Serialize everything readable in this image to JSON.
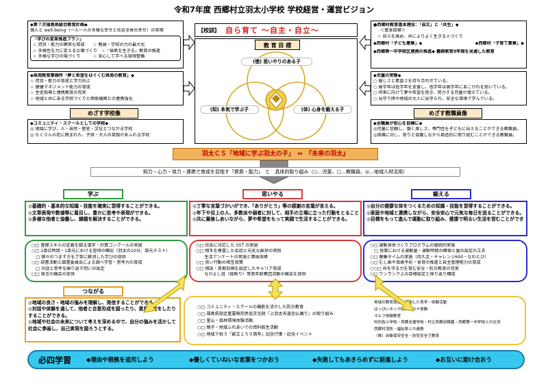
{
  "title": "令和7年度 西郷村立羽太小学校 学校経営・運営ビジョン",
  "left_top": {
    "header": "◆第７次福島県総合教育計画◆",
    "subline": "個人と well-being（一人一人の多様な幸せと社会全体の幸せ）の実現",
    "plan_title": "「学びの変革推進プラン」",
    "items": [
      "☆ 資質・能力の確実な育成　　☆ 教員・学校の力の最大化",
      "☆ 多様性を力に変える土壌づくり　☆「福島を生きる」教育の推進",
      "☆ 多様な学びの場づくり　　　☆ 安心して学べる環境整備"
    ]
  },
  "left_mid": {
    "header": "◆県南教育事務所「夢と希望をはぐくむ県南の教育」◆",
    "items": [
      "☆ 資質・能力の育成と学力向上",
      "☆ 健康マネジメント能力の育成",
      "☆ 生徒指導と連携教育の充実",
      "☆ 地域と共にある学校づくりと関係機関との連携強化"
    ]
  },
  "aim_school": {
    "label": "めざす学校像",
    "header": "◆コミュニティ・スクールとしての学校◆",
    "items": [
      "◎ 地域に学び、人・自然・歴史・文化とつながる学校",
      "◎ たくさんの花に囲まれた、子供・大人の笑顔があふれる学校"
    ]
  },
  "center": {
    "motto_tag": "【校訓】",
    "motto": "自ら育て 〜自主・自立〜",
    "goal_label": "教 育 目 標",
    "circles": {
      "top": "(徳) 思いやりのある子",
      "left": "(知) 本気で学ぶ子",
      "right": "(体) 心身を鍛える子"
    }
  },
  "right_top": {
    "header": "●西郷村教育基本理念：「自立」と「共生」◆",
    "sub": "＜基本目標＞",
    "line": "☆ 自らを高め、共によりよく生きる人づくり",
    "rows": [
      "◆西郷村「子ども憲章」◆",
      "◆西郷村「子育て憲章」◆"
    ],
    "row2": "◆西郷第一中学校区連携の推進◆ 義務教育9年間を見通した教育"
  },
  "right_mid": {
    "header": "◆児童の実態◆",
    "items": [
      "○ 優しさと素直さを持ち合わせている。",
      "○ 高学年は低学年を支援し、低学年は高学年にあこがれを抱いている。",
      "○ 将来に向けて夢や希望を抱き、努力する児童が増えている。",
      "○ 見守り隊や地域の大人に見守られ、安全な環境で学んでいる。"
    ]
  },
  "aim_staff": {
    "label": "めざす教職員像",
    "header": "◆全職員が安心を目標に◆",
    "items": [
      "◎児童に信頼し、働く楽しさ、専門性を子どもに伝えることができる教職員。",
      "◎保護に対し、育りと協働しながら創造的に取り組むことができる教職員。"
    ]
  },
  "banner": "羽太ＣＳ「地域に学ぶ羽太の子」　⇔　『未来の羽太』",
  "qualities": "知力・心力・体力・連携で育成を目指す『資質・能力』　と　具体的取り組み（○…児童、□…教職員、◎…地域人材活用）",
  "cols": [
    {
      "label": "学ぶ",
      "color": "#2e9a3e",
      "goals": [
        "◎基礎的・基本的な知識・技能を確実に習得することができる。",
        "◎文章表現や数値等に着目し、豊かに思考や表現ができる。",
        "◎多様な他者と協働し、課題を解決することができる。"
      ],
      "acts": [
        "○□ 基礎スキルの定着を図る漢字・計算コンクールの実施",
        "○□ 1単位時間・1単元における習得の確認（羽太の10分、単元テスト）",
        "　□ 個々のつまずきを丁寧に解消した学びの提供",
        "○□ 読書活動と図書委員会による調べ学習・思考力の育成",
        "　□ 対話と思考を繰り返す問いの設定",
        "□□ 発言の機会の提供"
      ]
    },
    {
      "label": "思いやる",
      "color": "#d63a3a",
      "goals": [
        "◎丁寧な言葉づかいができ、「ありがとう」等の感謝の言葉が言える。",
        "◎年下や目上の人、多数派や弱者に対して、相手の立場に立った行動をとることができる。",
        "◎共に最後しあいながら、夢や希望をもって笑顔で生活することができる。"
      ],
      "acts": [
        "○□ 社会に対応した SST の実施",
        "○□ 相手を尊重した会話と元気な挨拶の実践",
        "　　生活アンケートの実施と事後指導",
        "○□ 良い行動の相互賞賛",
        "○□ 相談・異期日標を設定したキャリア育成",
        "　　なかよし班（縦割り）等異年齢集団活動の機会を提供"
      ]
    },
    {
      "label": "鍛える",
      "color": "#2a2ad0",
      "goals": [
        "◎自分の健康な体をつくるための知識・技能を習得することができる。",
        "◎家庭や地域と連携しながら、安全安心で元気な毎日を送ることができる。",
        "◎目標をもって進んで運動に取り組み、健康で明るい生活を営むことができる。"
      ],
      "acts": [
        "○□ 運動身体づくりプログラムの継続的実施",
        "　□ 授業における運動量・運動時間の確保と量の設定の工夫",
        "○□ 健康タイムの実施（持久走・チャレンジ600・なわとび）",
        "○□ むし歯や虫歯予防・食育の推進と自主管理能力の育成",
        "○○□ 命を守る力を育む安全・防災教育の充実",
        "○□ ワンランク上の目標設定と振り返り構成"
      ]
    }
  ],
  "connect": {
    "label": "つながる",
    "goals": [
      "◎地域の良さ・地域の強みを理解し、発信することができる。",
      "◎対話や体験を通して、他者と合意形成を図ったり、意思決定をしたりすることができる。",
      "◎地域や社会の未来について考えを深める中で、自分の強みを活かして社会に参画し、自己実現を図ろうとする。"
    ],
    "acts": [
      "○□ コミュニティ・スクールの機能を活かした防災教育",
      "○□ 福島県指定重要無形民俗文化財『上羽太天道念仏踊り』の取り組み",
      "○□ 里山・森林環境体験活動",
      "○□ 親子・地域ふれあいでの資料館生活動",
      "○□ 地域で祝う『創立１５０周年』記念行事・記念イベント"
    ],
    "partners": [
      "地域の教育資源を活用した見学・体験活動",
      "はっぴいネック胸入場カナ体験",
      "マルフ体験教室",
      "村内各小学校・西郷支援学校・村立西郷幼稚園・西郷第一中学校との交流",
      "西郷村消防・福祉祭との連携",
      "（株）自衛保安安全・防犯安全で教育"
    ]
  },
  "bottom": {
    "title": "必四学習",
    "items": [
      "◆理由や根拠を追究しよう",
      "◆優しくていねいな言葉をつかおう",
      "◆失敗してもあきらめずに前進しよう",
      "◆お互いに助け合おう"
    ]
  },
  "colors": {
    "orange_banner": "#f3b25c",
    "cyan_bottom": "#36c8ee",
    "motto_red": "#e02020",
    "yellow": "#f5e15a",
    "gold": "#d9a623"
  }
}
